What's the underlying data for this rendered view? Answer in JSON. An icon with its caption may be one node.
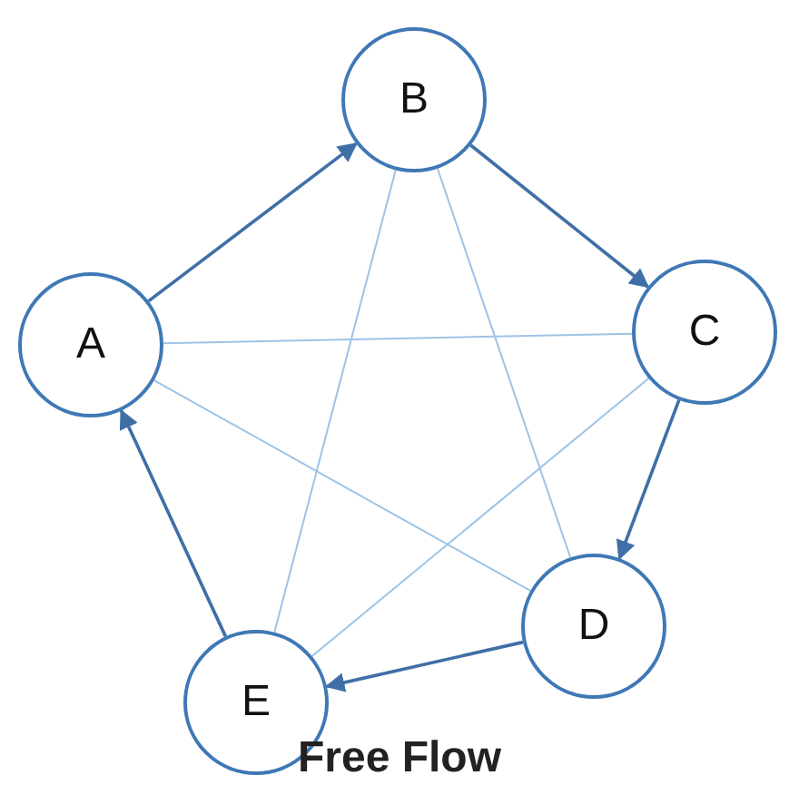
{
  "diagram": {
    "caption": "Free Flow",
    "nodes": [
      {
        "text": [
          "A"
        ]
      },
      {
        "text": [
          "B"
        ]
      },
      {
        "text": [
          "C"
        ]
      },
      {
        "text": [
          "D"
        ]
      },
      {
        "text": [
          "E"
        ]
      }
    ],
    "edges": [
      {
        "from": 0,
        "to": 1,
        "arrow": "to"
      },
      {
        "from": 1,
        "to": 2,
        "arrow": "to"
      },
      {
        "from": 2,
        "to": 3,
        "arrow": "to"
      },
      {
        "from": 3,
        "to": 4,
        "arrow": "to"
      },
      {
        "from": 4,
        "to": 0,
        "arrow": "to"
      },
      {
        "from": 0,
        "to": 2,
        "arrow": "none",
        "color": "#9dc3e6"
      },
      {
        "from": 0,
        "to": 3,
        "arrow": "none",
        "color": "#9dc3e6"
      },
      {
        "from": 1,
        "to": 3,
        "arrow": "none",
        "color": "#9dc3e6"
      },
      {
        "from": 1,
        "to": 4,
        "arrow": "none",
        "color": "#9dc3e6"
      },
      {
        "from": 2,
        "to": 4,
        "arrow": "none",
        "color": "#9dc3e6"
      }
    ]
  }
}
